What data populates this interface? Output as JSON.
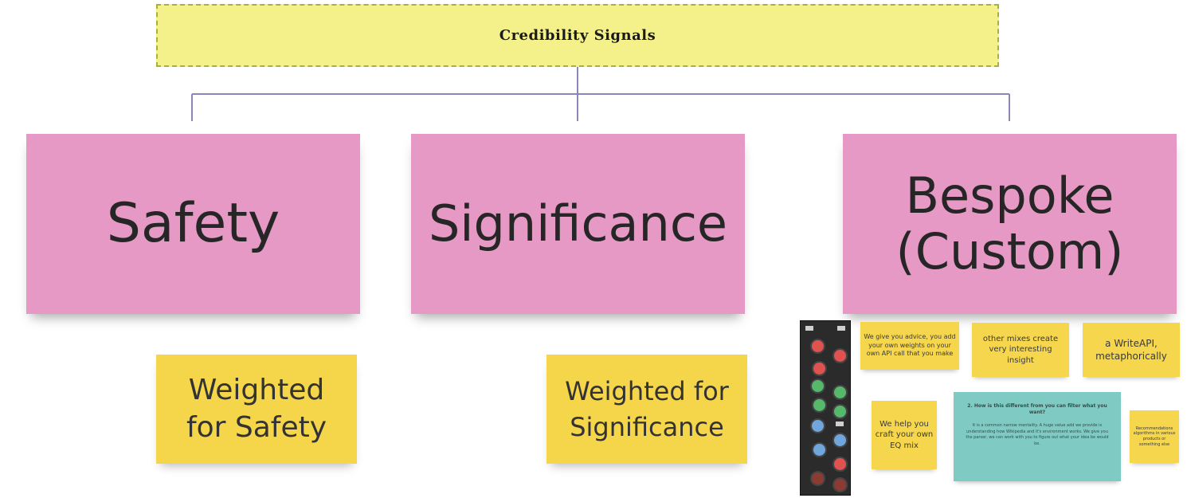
{
  "title": "Credibility Signals",
  "categories": [
    {
      "label": "Safety"
    },
    {
      "label": "Significance"
    },
    {
      "label": "Bespoke (Custom)",
      "line1": "Bespoke",
      "line2": "(Custom)"
    }
  ],
  "weights": [
    {
      "line1": "Weighted",
      "line2": "for Safety"
    },
    {
      "line1": "Weighted for",
      "line2": "Significance"
    }
  ],
  "bespoke_notes": {
    "note_advice": "We give you advice, you add your own weights on your own API call that you make",
    "note_mixes": "other mixes create very interesting insight",
    "note_writeapi": "a WriteAPI, metaphorically",
    "note_eq": "We help you craft your own EQ mix",
    "teal_question": "2. How is this different from you can filter what you want?",
    "teal_body": "It is a common narrow mentality. A huge value add we provide is understanding how Wikipedia and it's environment works. We give you the parser, we can work with you to figure out what your idea be would be.",
    "note_small": "Recommendations algorithms in various products or something else"
  },
  "colors": {
    "title_bg": "#f4f18a",
    "pink": "#e699c4",
    "yellow": "#f5d54a",
    "teal": "#7fcbc4",
    "connector": "#8a86b8"
  }
}
